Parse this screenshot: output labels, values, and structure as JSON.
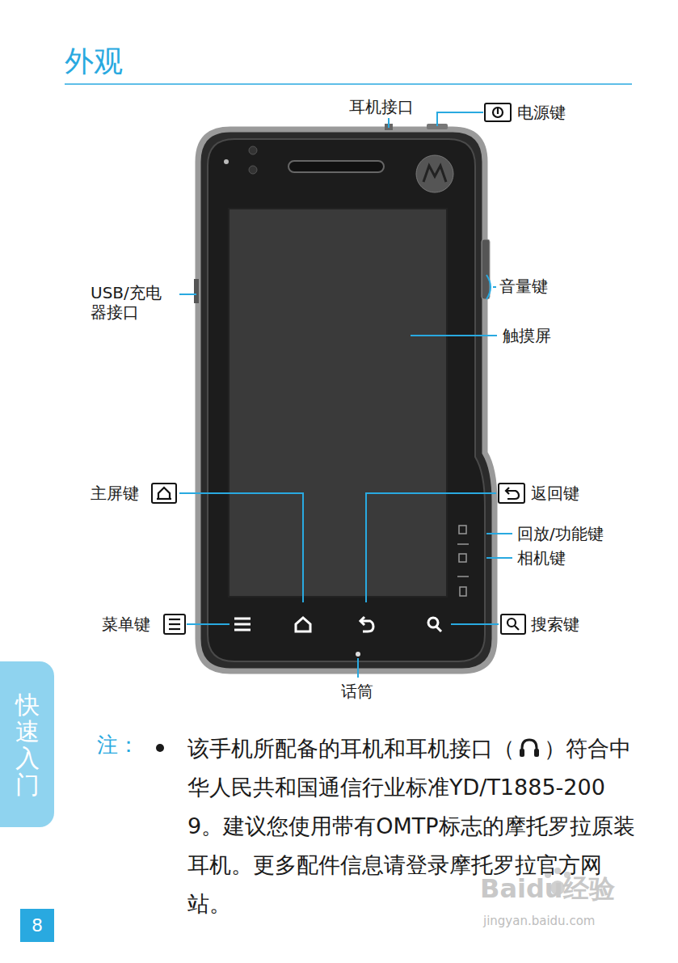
{
  "diagram": {
    "title": "外观",
    "nodes": [
      {
        "text": [
          "快速入门"
        ]
      },
      {
        "text": [
          "8"
        ]
      }
    ],
    "labels": [
      "耳机接口",
      "电源键",
      "USB/充电 器接口",
      "音量键",
      "触摸屏",
      "主屏键",
      "返回键",
      "回放/功能键",
      "相机键",
      "菜单键",
      "搜索键",
      "话筒",
      "注：",
      "该手机所配备的耳机和耳机接口（",
      "）符合中华人民共和国通信行业标准YD/T1885-2009。建议您使用带有OMTP标志的摩托罗拉原装耳机。更多配件信息请登录摩托罗拉官方网站。",
      "Baidu经验",
      "jingyan.baidu.com"
    ]
  }
}
